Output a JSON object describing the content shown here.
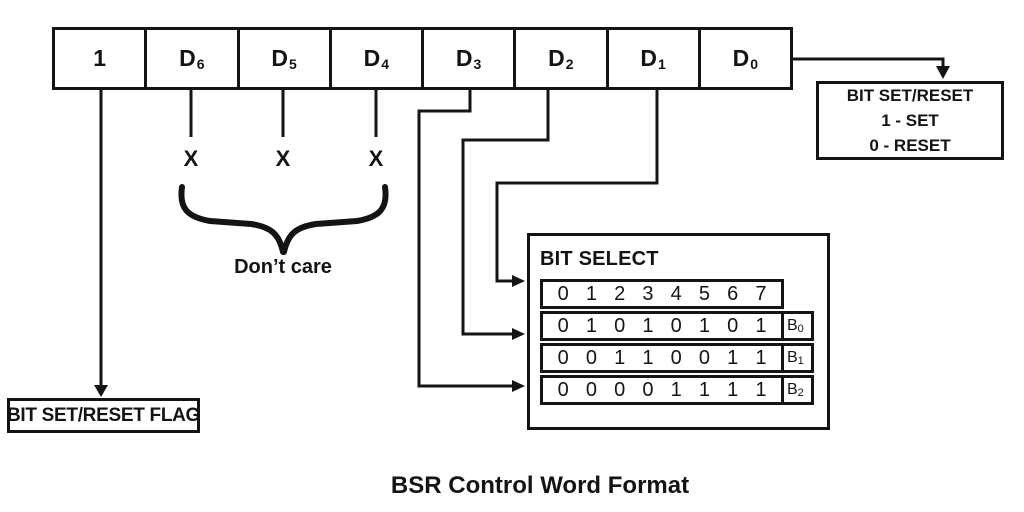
{
  "colors": {
    "ink": "#141414",
    "background": "#ffffff"
  },
  "register": {
    "cells": [
      {
        "label": "1",
        "sub": ""
      },
      {
        "label": "D",
        "sub": "6"
      },
      {
        "label": "D",
        "sub": "5"
      },
      {
        "label": "D",
        "sub": "4"
      },
      {
        "label": "D",
        "sub": "3"
      },
      {
        "label": "D",
        "sub": "2"
      },
      {
        "label": "D",
        "sub": "1"
      },
      {
        "label": "D",
        "sub": "0"
      }
    ]
  },
  "dont_care": {
    "marks": [
      "X",
      "X",
      "X"
    ],
    "label": "Don’t care"
  },
  "flag_box": {
    "label": "BIT SET/RESET FLAG"
  },
  "set_reset_box": {
    "lines": [
      "BIT SET/RESET",
      "1 - SET",
      "0 - RESET"
    ]
  },
  "bit_select": {
    "title": "BIT SELECT",
    "header_bits": [
      "0",
      "1",
      "2",
      "3",
      "4",
      "5",
      "6",
      "7"
    ],
    "rows": [
      {
        "bits": [
          "0",
          "1",
          "0",
          "1",
          "0",
          "1",
          "0",
          "1"
        ],
        "label": "B",
        "sub": "0"
      },
      {
        "bits": [
          "0",
          "0",
          "1",
          "1",
          "0",
          "0",
          "1",
          "1"
        ],
        "label": "B",
        "sub": "1"
      },
      {
        "bits": [
          "0",
          "0",
          "0",
          "0",
          "1",
          "1",
          "1",
          "1"
        ],
        "label": "B",
        "sub": "2"
      }
    ]
  },
  "caption": "BSR Control Word Format"
}
